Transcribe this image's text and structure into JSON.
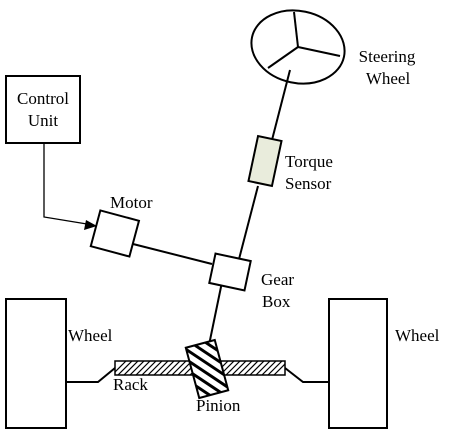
{
  "labels": {
    "control_line1": "Control",
    "control_line2": "Unit",
    "steering_line1": "Steering",
    "steering_line2": "Wheel",
    "torque_line1": "Torque",
    "torque_line2": "Sensor",
    "motor": "Motor",
    "gearbox_line1": "Gear",
    "gearbox_line2": "Box",
    "wheel_left": "Wheel",
    "wheel_right": "Wheel",
    "rack": "Rack",
    "pinion": "Pinion"
  },
  "colors": {
    "line": "#000000",
    "torque_sensor_fill": "#e9ecdc",
    "background": "#ffffff"
  }
}
